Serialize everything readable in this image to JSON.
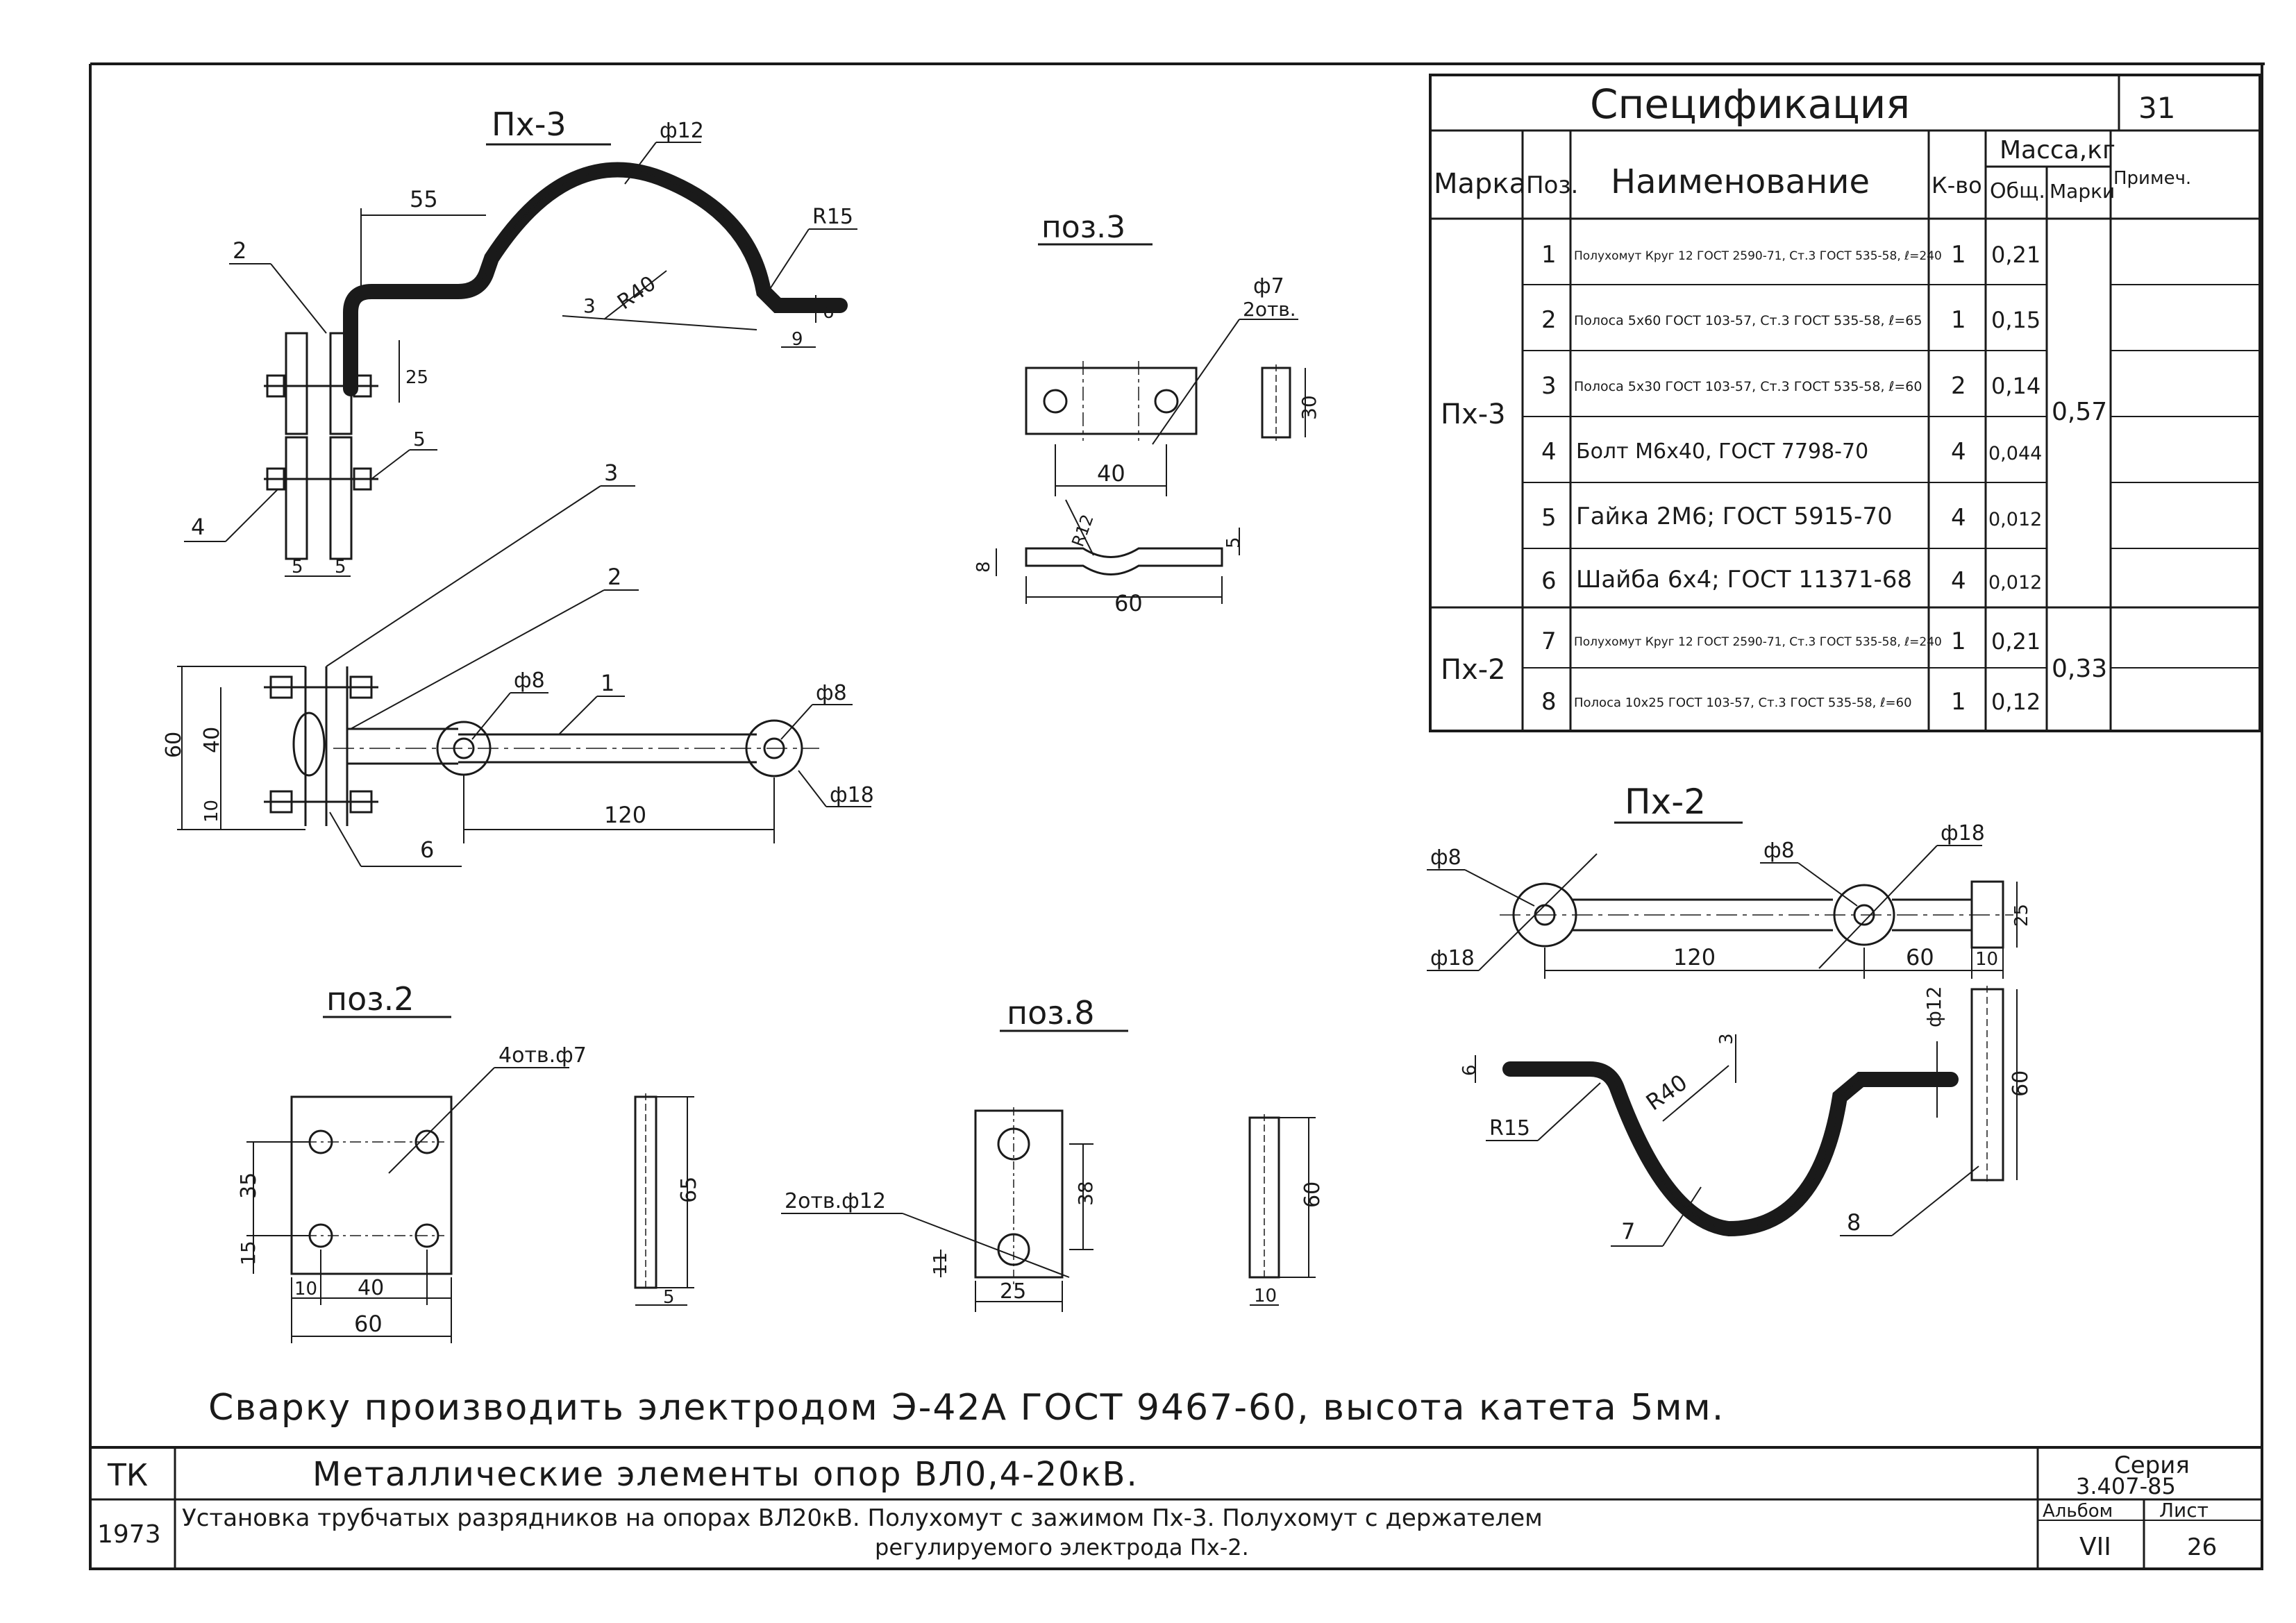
{
  "views": {
    "px3": "Пх-3",
    "px2": "Пх-2",
    "poz3": "поз.3",
    "poz2": "поз.2",
    "poz8": "поз.8"
  },
  "dims": {
    "px3_phi12": "ф12",
    "px3_55": "55",
    "px3_R15": "R15",
    "px3_R40": "R40",
    "px3_3": "3",
    "px3_6": "6",
    "px3_9": "9",
    "px3_25": "25",
    "px3_5a": "5",
    "px3_5b": "5",
    "plan_60": "60",
    "plan_40": "40",
    "plan_10": "10",
    "plan_120": "120",
    "plan_phi8a": "ф8",
    "plan_phi8b": "ф8",
    "plan_phi18": "ф18",
    "poz3_phi7": "ф7",
    "poz3_2otv": "2отв.",
    "poz3_30": "30",
    "poz3_40": "40",
    "poz3_R12": "R12",
    "poz3_8": "8",
    "poz3_5": "5",
    "poz3_60": "60",
    "poz2_holes": "4отв.ф7",
    "poz2_35": "35",
    "poz2_15": "15",
    "poz2_10": "10",
    "poz2_40": "40",
    "poz2_60": "60",
    "poz2_65": "65",
    "poz2_5": "5",
    "poz8_holes": "2отв.ф12",
    "poz8_38": "38",
    "poz8_11": "11",
    "poz8_25": "25",
    "poz8_60": "60",
    "poz8_10": "10",
    "px2_phi8a": "ф8",
    "px2_phi8b": "ф8",
    "px2_phi18a": "ф18",
    "px2_phi18b": "ф18",
    "px2_120": "120",
    "px2_60": "60",
    "px2_10": "10",
    "px2_25": "25",
    "px2_6": "6",
    "px2_3": "3",
    "px2_R40": "R40",
    "px2_R15": "R15",
    "px2_phi12": "ф12",
    "px2_60v": "60"
  },
  "leaders": {
    "px3_2": "2",
    "px3_5": "5",
    "px3_4": "4",
    "plan_3": "3",
    "plan_2": "2",
    "plan_1": "1",
    "plan_6": "6",
    "px2_7": "7",
    "px2_8": "8"
  },
  "spec": {
    "title": "Спецификация",
    "sheet_no": "31",
    "headers": {
      "marka": "Марка",
      "poz": "Поз.",
      "name": "Наименование",
      "qty": "К-во",
      "mass": "Масса,кг",
      "mass_total": "Общ.",
      "mass_mark": "Марки",
      "note": "Примеч."
    },
    "groups": [
      {
        "marka": "Пх-3",
        "mass_mark": "0,57"
      },
      {
        "marka": "Пх-2",
        "mass_mark": "0,33"
      }
    ],
    "rows": [
      {
        "poz": "1",
        "name": "Полухомут Круг 12 ГОСТ 2590-71, Ст.3 ГОСТ 535-58, ℓ=240",
        "qty": "1",
        "mass": "0,21"
      },
      {
        "poz": "2",
        "name": "Полоса 5х60 ГОСТ 103-57, Ст.3 ГОСТ 535-58, ℓ=65",
        "qty": "1",
        "mass": "0,15"
      },
      {
        "poz": "3",
        "name": "Полоса 5х30 ГОСТ 103-57, Ст.3 ГОСТ 535-58, ℓ=60",
        "qty": "2",
        "mass": "0,14"
      },
      {
        "poz": "4",
        "name": "Болт М6х40, ГОСТ 7798-70",
        "qty": "4",
        "mass": "0,044"
      },
      {
        "poz": "5",
        "name": "Гайка 2М6; ГОСТ 5915-70",
        "qty": "4",
        "mass": "0,012"
      },
      {
        "poz": "6",
        "name": "Шайба 6х4; ГОСТ 11371-68",
        "qty": "4",
        "mass": "0,012"
      },
      {
        "poz": "7",
        "name": "Полухомут Круг 12 ГОСТ 2590-71, Ст.3 ГОСТ 535-58, ℓ=240",
        "qty": "1",
        "mass": "0,21"
      },
      {
        "poz": "8",
        "name": "Полоса 10х25 ГОСТ 103-57, Ст.3 ГОСТ 535-58, ℓ=60",
        "qty": "1",
        "mass": "0,12"
      }
    ]
  },
  "note": "Сварку производить электродом Э-42А ГОСТ 9467-60, высота катета 5мм.",
  "stamp": {
    "org": "ТК",
    "year": "1973",
    "title1": "Металлические элементы опор ВЛ0,4-20кВ.",
    "title2": "Установка трубчатых разрядников на опорах ВЛ20кВ. Полухомут с зажимом Пх-3. Полухомут с держателем",
    "title3": "регулируемого электрода Пх-2.",
    "series_label": "Серия",
    "series": "3.407-85",
    "album_label": "Альбом",
    "album": "VII",
    "sheet_label": "Лист",
    "sheet": "26"
  }
}
